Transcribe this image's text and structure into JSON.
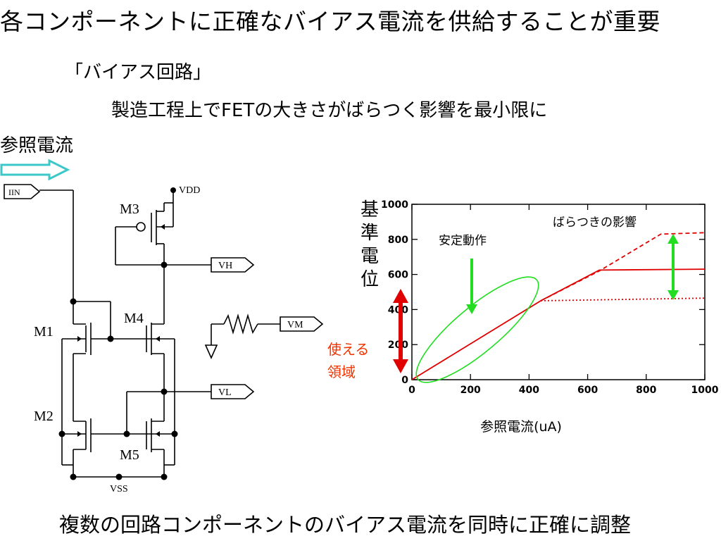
{
  "slide": {
    "title": "各コンポーネントに正確なバイアス電流を供給することが重要",
    "subtitle": "「バイアス回路」",
    "purpose": "製造工程上でFETの大きさがばらつく影響を最小限に",
    "ref_label": "参照電流",
    "bottom": "複数の回路コンポーネントのバイアス電流を同時に正確に調整"
  },
  "circuit": {
    "labels": {
      "iin": "IIN",
      "vdd": "VDD",
      "vh": "VH",
      "vm": "VM",
      "vl": "VL",
      "vss": "VSS",
      "m1": "M1",
      "m2": "M2",
      "m3": "M3",
      "m4": "M4",
      "m5": "M5"
    },
    "colors": {
      "arrow": "#3cc8c8",
      "wire": "#000000"
    }
  },
  "chart_data": {
    "type": "line",
    "ylabel": "基準電位",
    "xlabel": "参照電流(uA)",
    "xlim": [
      0,
      1000
    ],
    "ylim": [
      0,
      1000
    ],
    "xticks": [
      0,
      200,
      400,
      600,
      800,
      1000
    ],
    "yticks": [
      0,
      200,
      400,
      600,
      800,
      1000
    ],
    "series": [
      {
        "style": "solid",
        "color": "#e00000",
        "x": [
          0,
          440,
          640,
          1000
        ],
        "y": [
          0,
          450,
          625,
          630
        ]
      },
      {
        "style": "dashed",
        "color": "#e00000",
        "x": [
          440,
          640,
          850,
          1000
        ],
        "y": [
          450,
          620,
          830,
          838
        ]
      },
      {
        "style": "dotted",
        "color": "#e00000",
        "x": [
          440,
          1000
        ],
        "y": [
          450,
          465
        ]
      }
    ],
    "annotations": {
      "stable": "安定動作",
      "variation": "ばらつきの影響",
      "usable_line1": "使える",
      "usable_line2": "領域"
    },
    "colors": {
      "green": "#22dd22",
      "red": "#e00000",
      "usable_text": "#ee3300"
    }
  }
}
